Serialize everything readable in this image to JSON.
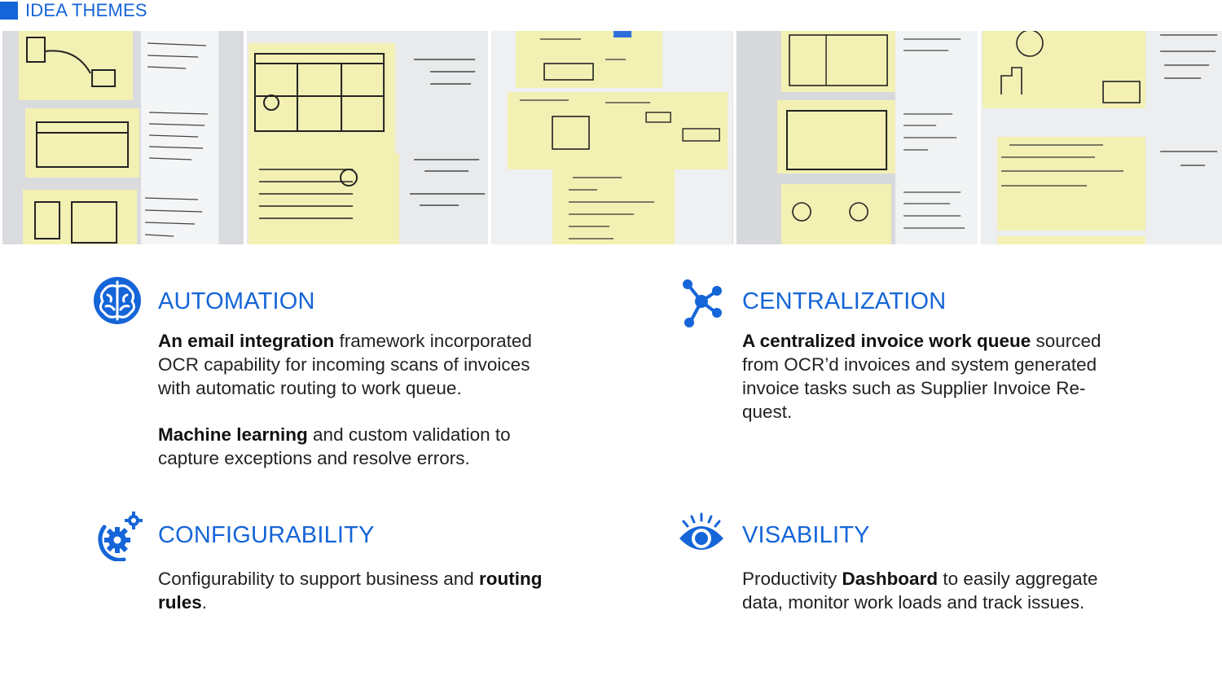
{
  "header": {
    "title": "IDEA THEMES"
  },
  "photos": [
    {
      "label": "sketch-photo-1"
    },
    {
      "label": "sketch-photo-2"
    },
    {
      "label": "sketch-photo-3"
    },
    {
      "label": "sketch-photo-4"
    },
    {
      "label": "sketch-photo-5"
    }
  ],
  "sections": {
    "automation": {
      "title": "AUTOMATION",
      "p1_bold": "An email integration",
      "p1_rest": " framework incorporated OCR capability for incoming scans of invoices with automatic routing to work queue.",
      "p2_bold": "Machine learning",
      "p2_rest": " and custom validation to capture exceptions and resolve errors.",
      "icon": "brain-icon"
    },
    "centralization": {
      "title": "CENTRALIZATION",
      "p1_bold": "A centralized invoice work queue",
      "p1_rest": " sourced from OCR’d invoices and system generated invoice tasks such as Supplier Invoice Re-quest.",
      "icon": "hub-network-icon"
    },
    "configurability": {
      "title": "CONFIGURABILITY",
      "p1_pre": "Configurability to support business and ",
      "p1_bold": "routing rules",
      "p1_post": ".",
      "icon": "gears-icon"
    },
    "visability": {
      "title": "VISABILITY",
      "p1_pre": "Productivity ",
      "p1_bold": "Dashboard",
      "p1_rest": " to easily aggregate data, monitor work loads and track issues.",
      "icon": "eye-icon"
    }
  },
  "colors": {
    "accent": "#1565d8",
    "text": "#222222",
    "sticky": "#f3f0b4"
  }
}
